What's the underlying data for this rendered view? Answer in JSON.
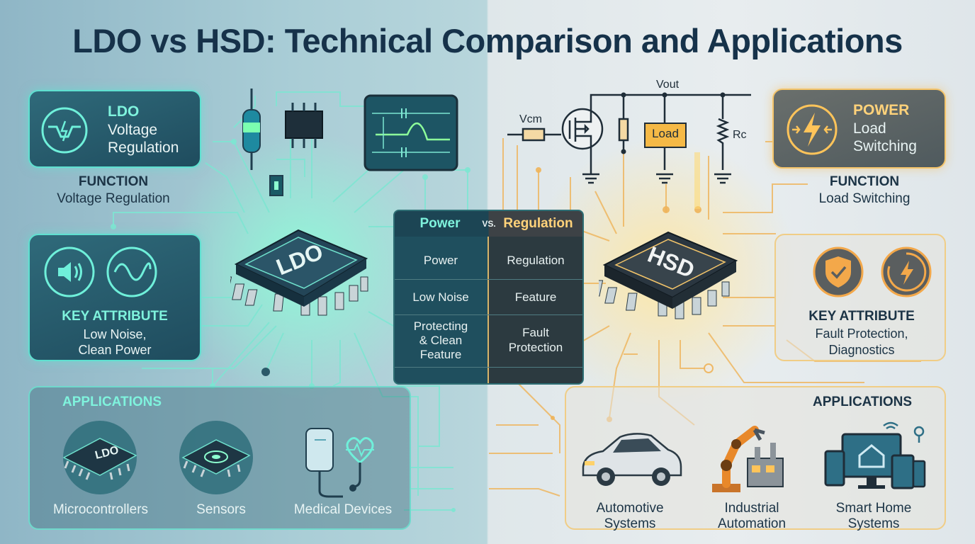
{
  "title": "LDO vs HSD: Technical Comparison and Applications",
  "ldo": {
    "panel_title": "LDO",
    "panel_line1": "Voltage",
    "panel_line2": "Regulation",
    "function_label": "FUNCTION",
    "function_value": "Voltage Regulation",
    "key_attribute_label": "KEY ATTRIBUTE",
    "key_attribute_line1": "Low Noise,",
    "key_attribute_line2": "Clean Power",
    "chip_label": "LDO",
    "applications_label": "APPLICATIONS",
    "applications": [
      "Microcontrollers",
      "Sensors",
      "Medical Devices"
    ],
    "app_chip_label": "LDO"
  },
  "hsd": {
    "panel_title": "POWER",
    "panel_line1": "Load",
    "panel_line2": "Switching",
    "function_label": "FUNCTION",
    "function_value": "Load Switching",
    "key_attribute_label": "KEY ATTRIBUTE",
    "key_attribute_line1": "Fault Protection,",
    "key_attribute_line2": "Diagnostics",
    "chip_label": "HSD",
    "applications_label": "APPLICATIONS",
    "applications": [
      {
        "line1": "Automotive",
        "line2": "Systems"
      },
      {
        "line1": "Industrial",
        "line2": "Automation"
      },
      {
        "line1": "Smart Home",
        "line2": "Systems"
      }
    ]
  },
  "comparison": {
    "header_left": "Power",
    "header_vs": "VS.",
    "header_right": "Regulation",
    "rows": [
      {
        "left": "Power",
        "right": "Regulation"
      },
      {
        "left": "Low Noise",
        "right": "Feature"
      },
      {
        "left_lines": [
          "Protecting",
          "& Clean",
          "Feature"
        ],
        "right_lines": [
          "Fault",
          "Protection"
        ]
      }
    ]
  },
  "circuit": {
    "vout": "Vout",
    "vcm": "Vcm",
    "load": "Load",
    "rc": "Rc"
  },
  "colors": {
    "ldo_accent": "#5fe0d0",
    "hsd_accent": "#f4c46a",
    "title": "#16324a"
  },
  "icons": [
    "voltage-regulator-icon",
    "lightning-icon",
    "speaker-icon",
    "sine-wave-icon",
    "shield-check-icon",
    "lightning-circle-icon"
  ]
}
